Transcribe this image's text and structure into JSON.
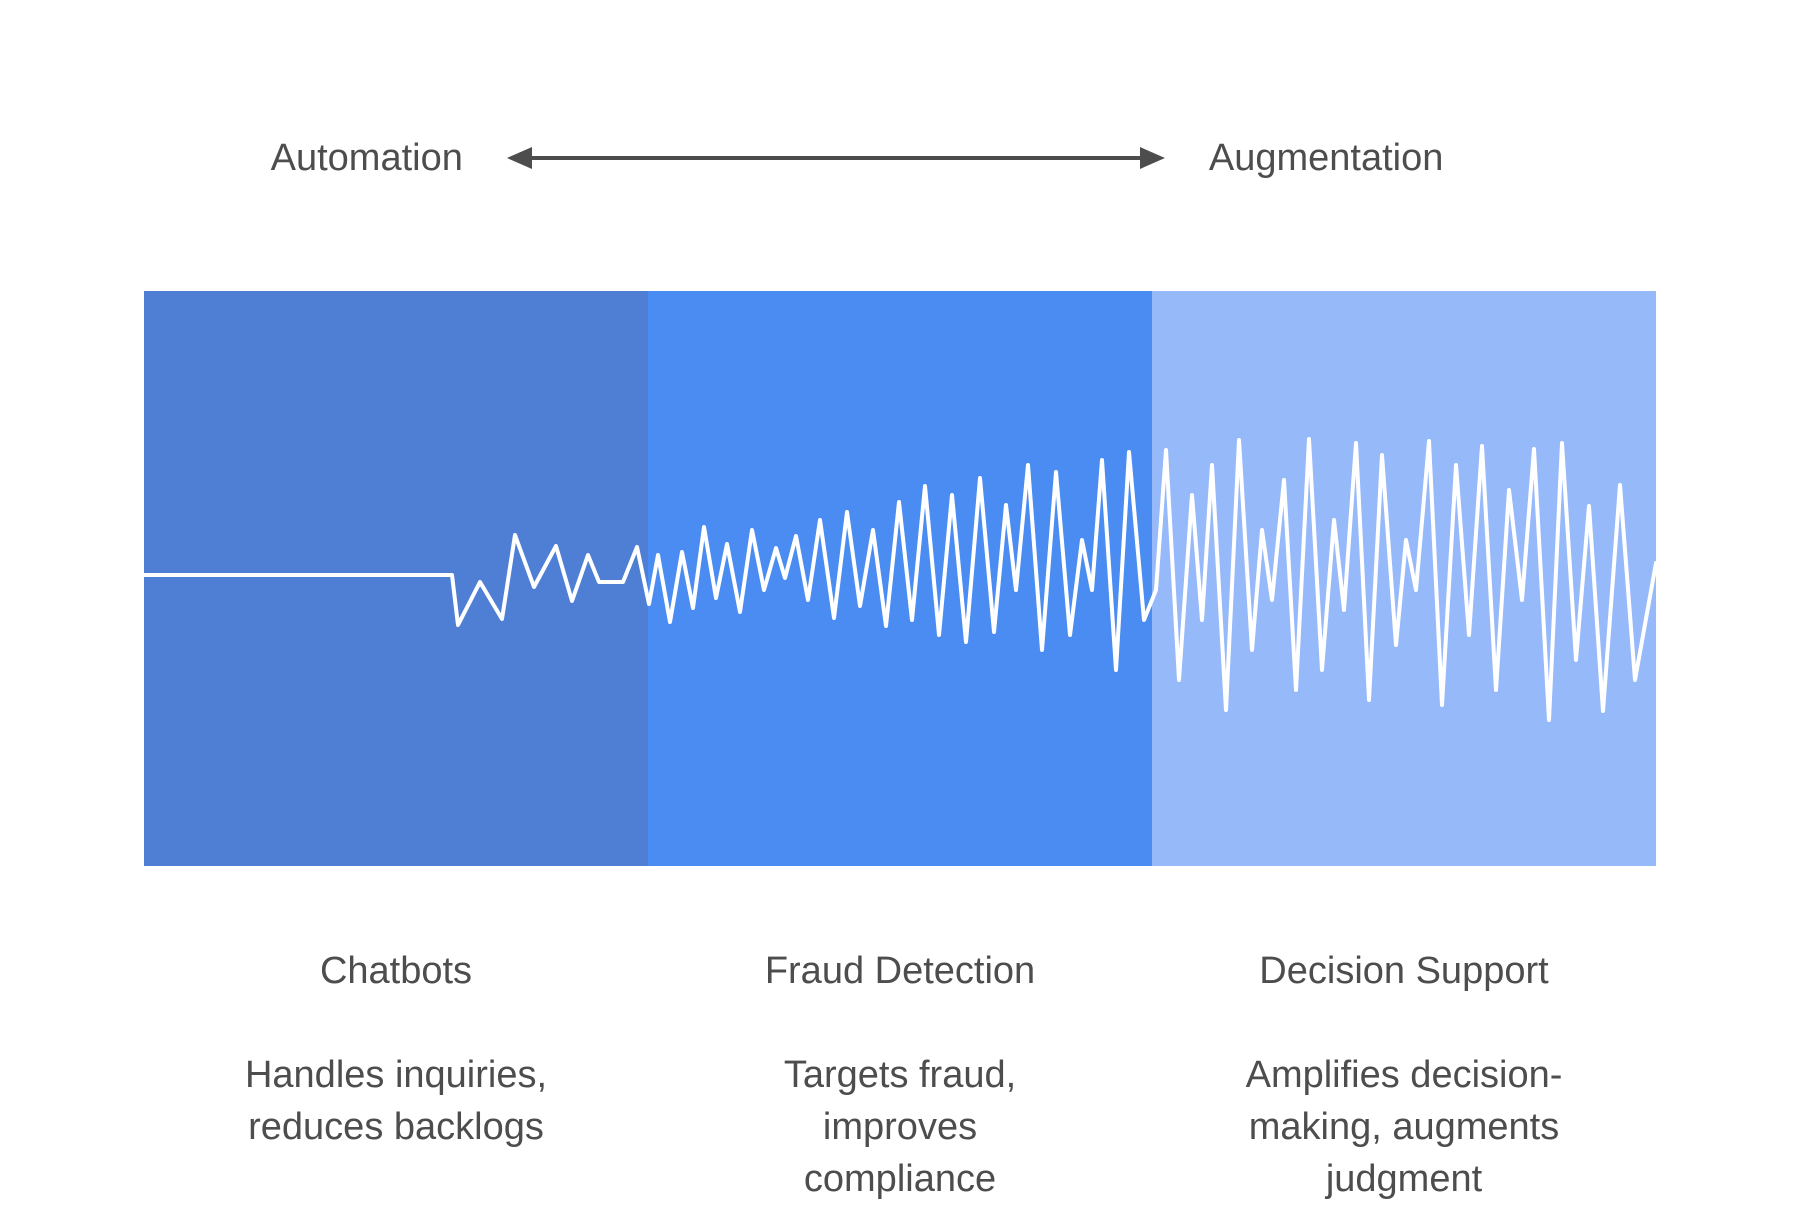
{
  "header": {
    "left_label": "Automation",
    "right_label": "Augmentation"
  },
  "panels": [
    {
      "title": "Chatbots",
      "description": "Handles inquiries,\nreduces backlogs",
      "color": "#4E7FD5"
    },
    {
      "title": "Fraud Detection",
      "description": "Targets fraud,\nimproves\ncompliance",
      "color": "#4A8CF2"
    },
    {
      "title": "Decision Support",
      "description": "Amplifies decision-\nmaking, augments\njudgment",
      "color": "#96B9FA"
    }
  ],
  "waveform": {
    "color": "#FFFFFF",
    "stroke_width": 4,
    "points": [
      [
        0,
        284
      ],
      [
        308,
        284
      ],
      [
        314,
        334
      ],
      [
        336,
        291
      ],
      [
        358,
        328
      ],
      [
        371,
        244
      ],
      [
        390,
        296
      ],
      [
        412,
        255
      ],
      [
        428,
        310
      ],
      [
        444,
        264
      ],
      [
        455,
        291
      ],
      [
        479,
        291
      ],
      [
        493,
        256
      ],
      [
        505,
        313
      ],
      [
        514,
        264
      ],
      [
        526,
        331
      ],
      [
        538,
        261
      ],
      [
        549,
        317
      ],
      [
        560,
        236
      ],
      [
        572,
        307
      ],
      [
        583,
        253
      ],
      [
        596,
        321
      ],
      [
        608,
        239
      ],
      [
        620,
        299
      ],
      [
        632,
        257
      ],
      [
        641,
        287
      ],
      [
        652,
        245
      ],
      [
        664,
        309
      ],
      [
        676,
        229
      ],
      [
        690,
        327
      ],
      [
        703,
        221
      ],
      [
        716,
        315
      ],
      [
        729,
        239
      ],
      [
        742,
        335
      ],
      [
        755,
        211
      ],
      [
        768,
        329
      ],
      [
        781,
        195
      ],
      [
        795,
        344
      ],
      [
        808,
        204
      ],
      [
        822,
        351
      ],
      [
        836,
        187
      ],
      [
        850,
        341
      ],
      [
        862,
        214
      ],
      [
        872,
        299
      ],
      [
        884,
        174
      ],
      [
        898,
        359
      ],
      [
        912,
        181
      ],
      [
        926,
        344
      ],
      [
        938,
        249
      ],
      [
        948,
        299
      ],
      [
        958,
        169
      ],
      [
        972,
        379
      ],
      [
        985,
        161
      ],
      [
        1000,
        329
      ],
      [
        1012,
        299
      ],
      [
        1022,
        159
      ],
      [
        1035,
        389
      ],
      [
        1048,
        204
      ],
      [
        1058,
        329
      ],
      [
        1068,
        174
      ],
      [
        1082,
        419
      ],
      [
        1095,
        149
      ],
      [
        1108,
        359
      ],
      [
        1118,
        239
      ],
      [
        1128,
        309
      ],
      [
        1140,
        189
      ],
      [
        1152,
        399
      ],
      [
        1165,
        148
      ],
      [
        1178,
        379
      ],
      [
        1190,
        229
      ],
      [
        1200,
        319
      ],
      [
        1212,
        152
      ],
      [
        1225,
        409
      ],
      [
        1238,
        164
      ],
      [
        1252,
        354
      ],
      [
        1262,
        249
      ],
      [
        1272,
        299
      ],
      [
        1285,
        150
      ],
      [
        1298,
        414
      ],
      [
        1312,
        174
      ],
      [
        1325,
        344
      ],
      [
        1338,
        155
      ],
      [
        1352,
        399
      ],
      [
        1365,
        199
      ],
      [
        1378,
        309
      ],
      [
        1390,
        158
      ],
      [
        1405,
        429
      ],
      [
        1418,
        152
      ],
      [
        1432,
        369
      ],
      [
        1445,
        215
      ],
      [
        1459,
        420
      ],
      [
        1476,
        194
      ],
      [
        1491,
        389
      ],
      [
        1512,
        272
      ]
    ]
  },
  "colors": {
    "text": "#4D4D4D",
    "arrow": "#4D4D4D",
    "background": "#FFFFFF"
  }
}
